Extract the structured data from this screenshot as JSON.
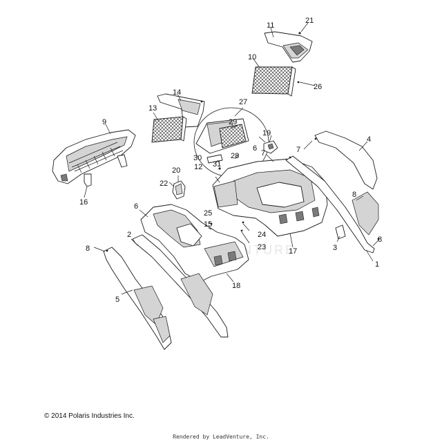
{
  "copyright": "© 2014 Polaris Industries Inc.",
  "rendered_by": "Rendered by LeadVenture, Inc.",
  "watermark": "LEADVENTURE",
  "callouts": [
    "1",
    "2",
    "3",
    "4",
    "5",
    "6",
    "6",
    "7",
    "7",
    "8",
    "8",
    "8",
    "9",
    "10",
    "11",
    "12",
    "13",
    "14",
    "15",
    "16",
    "17",
    "18",
    "19",
    "20",
    "21",
    "22",
    "23",
    "24",
    "25",
    "26",
    "27",
    "28",
    "29",
    "30",
    "31"
  ]
}
